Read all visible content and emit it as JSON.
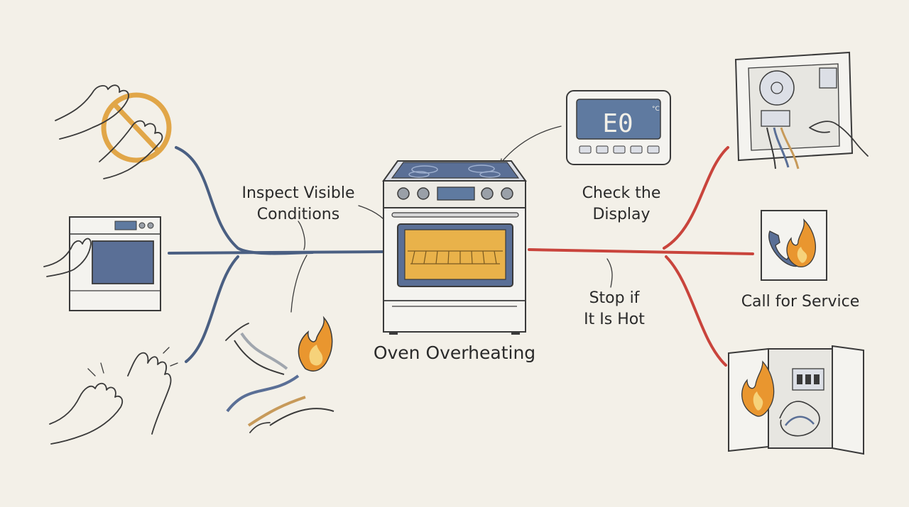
{
  "center_title": "Oven Overheating",
  "labels": {
    "inspect": [
      "Inspect Visible",
      "Conditions"
    ],
    "display": [
      "Check the",
      "Display"
    ],
    "stop": [
      "Stop if",
      "It Is Hot"
    ],
    "call": "Call for Service"
  },
  "display_readout": "E0",
  "display_unit": "°C",
  "colors": {
    "background": "#f3f0e8",
    "left_branch": "#4a5f82",
    "right_branch": "#c9443c",
    "oven_glow": "#e9b24a",
    "display_screen": "#5f7aa0",
    "flame": "#e9962f"
  },
  "icons": {
    "left": [
      "hand-on-hot-surface-prohibited-icon",
      "hand-near-oven-icon",
      "hands-waving-heat-icon",
      "burning-wires-icon"
    ],
    "right": [
      "digital-display-panel-icon",
      "electrical-panel-hand-icon",
      "phone-call-flame-icon",
      "breaker-box-fire-icon"
    ]
  }
}
